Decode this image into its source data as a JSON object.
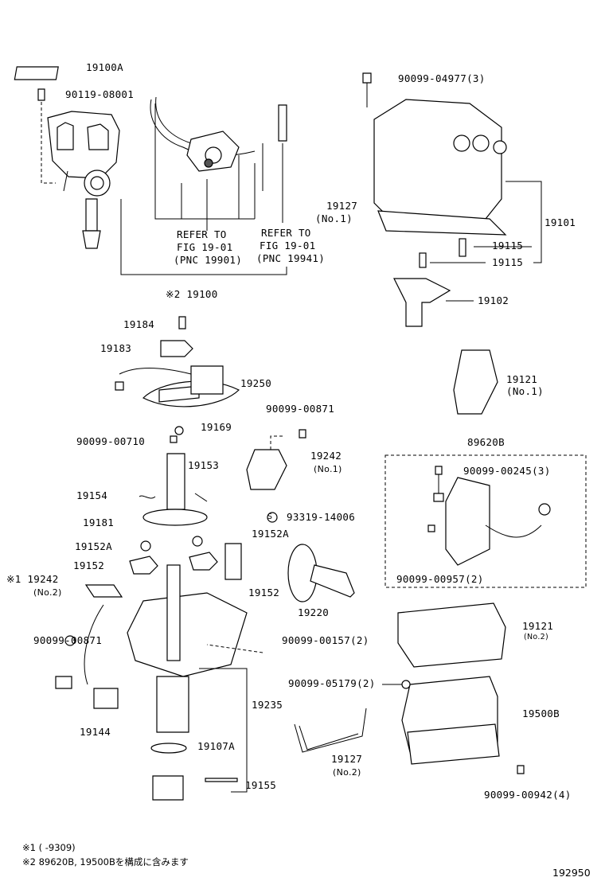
{
  "labels": {
    "p19100A": "19100A",
    "p90119_08001": "90119-08001",
    "refer1_l1": "REFER TO",
    "refer1_l2": "FIG 19-01",
    "refer1_l3": "(PNC 19901)",
    "refer2_l1": "REFER TO",
    "refer2_l2": "FIG 19-01",
    "refer2_l3": "(PNC 19941)",
    "p19100": "※2 19100",
    "p90099_04977": "90099-04977(3)",
    "p19127_no1": "19127",
    "p19127_no1_sub": "(No.1)",
    "p19101": "19101",
    "p19115a": "19115",
    "p19115b": "19115",
    "p19102": "19102",
    "p19184": "19184",
    "p19183": "19183",
    "p19250": "19250",
    "p19121_no1": "19121",
    "p19121_no1_sub": "(No.1)",
    "p90099_00871a": "90099-00871",
    "p19169": "19169",
    "p90099_00710": "90099-00710",
    "p89620B": "89620B",
    "p19153": "19153",
    "p19242_no1": "19242",
    "p19242_no1_sub": "(No.1)",
    "p90099_00245": "90099-00245(3)",
    "p19154": "19154",
    "p93319_14006": "93319-14006",
    "p93319_circle": "S",
    "p19181": "19181",
    "p19152A_r": "19152A",
    "p19152A_l": "19152A",
    "p19152_l": "19152",
    "p19242_no2": "※1 19242",
    "p19242_no2_sub": "(No.2)",
    "p19152_r": "19152",
    "p19220": "19220",
    "p90099_00957": "90099-00957(2)",
    "p90099_00871b": "90099-00871",
    "p90099_00157": "90099-00157(2)",
    "p19121_no2": "19121",
    "p19121_no2_sub": "(No.2)",
    "p90099_05179": "90099-05179(2)",
    "p19235": "19235",
    "p19500B": "19500B",
    "p19144": "19144",
    "p19107A": "19107A",
    "p19127_no2": "19127",
    "p19127_no2_sub": "(No.2)",
    "p90099_00942": "90099-00942(4)",
    "p19155": "19155"
  },
  "notes": {
    "note1": "※1 (      -9309)",
    "note2": "※2  89620B, 19500Bを構成に含みます"
  },
  "figure_number": "192950"
}
